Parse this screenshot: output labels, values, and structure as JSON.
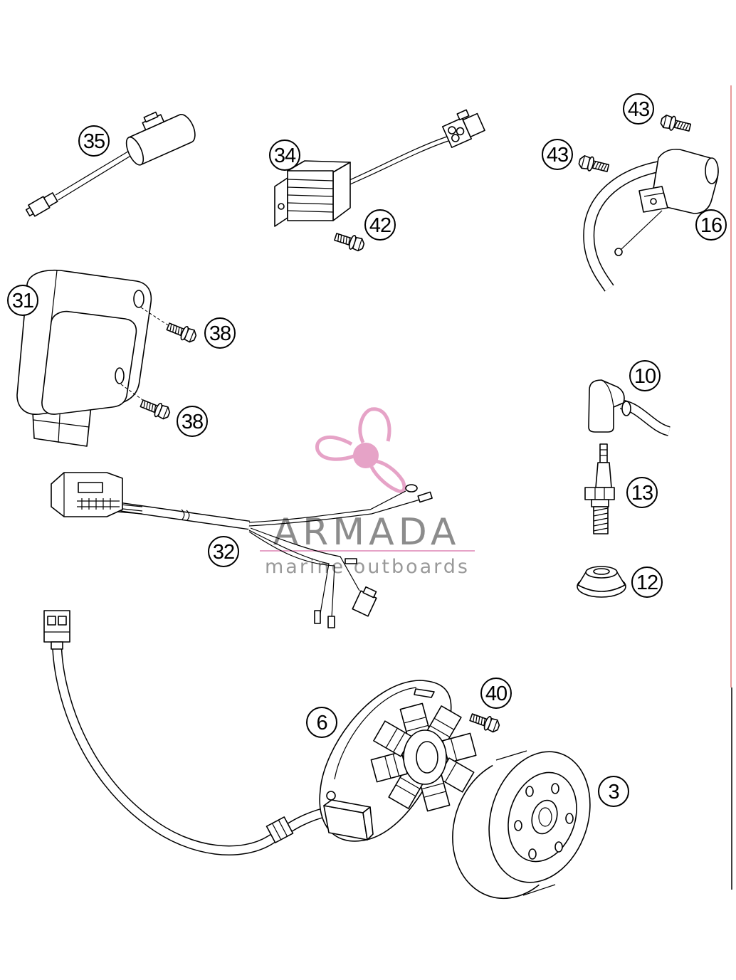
{
  "callouts": [
    {
      "label": "35"
    },
    {
      "label": "34"
    },
    {
      "label": "42"
    },
    {
      "label": "43"
    },
    {
      "label": "43"
    },
    {
      "label": "16"
    },
    {
      "label": "31"
    },
    {
      "label": "38"
    },
    {
      "label": "38"
    },
    {
      "label": "10"
    },
    {
      "label": "13"
    },
    {
      "label": "12"
    },
    {
      "label": "32"
    },
    {
      "label": "6"
    },
    {
      "label": "40"
    },
    {
      "label": "3"
    }
  ],
  "watermark": {
    "brand": "ARMADA",
    "tagline": "marine outboards"
  },
  "colors": {
    "line": "#000000",
    "watermark_pink": "#e6a3c7",
    "watermark_gray": "#8c8c8c",
    "edge_rule": "#e07a7a"
  }
}
